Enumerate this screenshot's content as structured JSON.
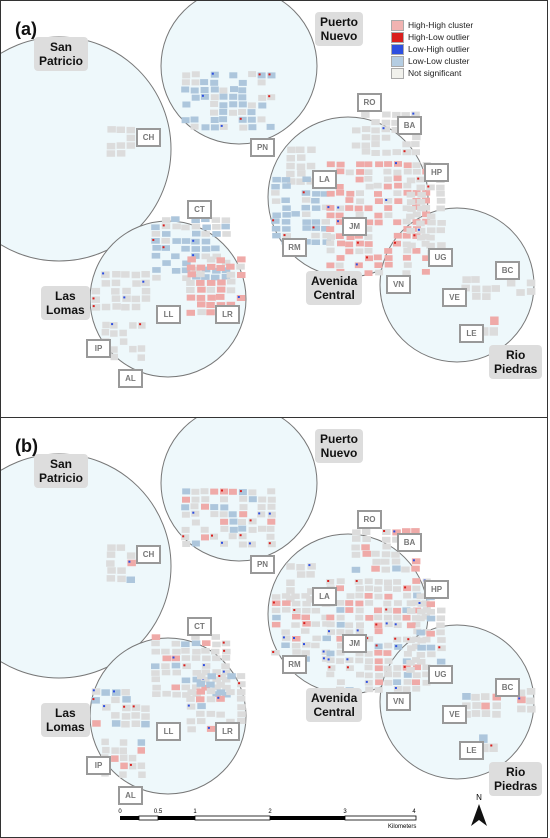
{
  "legend": {
    "items": [
      {
        "label": "High-High cluster",
        "color": "#f1b3b1"
      },
      {
        "label": "High-Low outlier",
        "color": "#d9201e"
      },
      {
        "label": "Low-High outlier",
        "color": "#2d4fe0"
      },
      {
        "label": "Low-Low cluster",
        "color": "#b5cde2"
      },
      {
        "label": "Not significant",
        "color": "#f1f1ec"
      }
    ]
  },
  "colors": {
    "hh": "#efaaa8",
    "hl": "#d9201e",
    "lh": "#2d4fe0",
    "ll": "#adc6dc",
    "ns": "#dcdcdc",
    "circle_fill": "#eef8fb"
  },
  "panels": [
    {
      "label": "(a)",
      "areas": [
        {
          "name": "San\nPatricio"
        },
        {
          "name": "Puerto\nNuevo"
        },
        {
          "name": "Las\nLomas"
        },
        {
          "name": "Avenida\nCentral"
        },
        {
          "name": "Rio\nPiedras"
        }
      ],
      "codes": [
        "CH",
        "PN",
        "RO",
        "BA",
        "HP",
        "LA",
        "JM",
        "UG",
        "RM",
        "VN",
        "BC",
        "VE",
        "LE",
        "CT",
        "LL",
        "LR",
        "IP",
        "AL"
      ]
    },
    {
      "label": "(b)",
      "areas": [
        {
          "name": "San\nPatricio"
        },
        {
          "name": "Puerto\nNuevo"
        },
        {
          "name": "Las\nLomas"
        },
        {
          "name": "Avenida\nCentral"
        },
        {
          "name": "Rio\nPiedras"
        }
      ],
      "codes": [
        "CH",
        "PN",
        "RO",
        "BA",
        "HP",
        "LA",
        "JM",
        "UG",
        "RM",
        "VN",
        "BC",
        "VE",
        "LE",
        "CT",
        "LL",
        "LR",
        "IP",
        "AL"
      ]
    }
  ],
  "scale": {
    "ticks": [
      "0",
      "0.5",
      "1",
      "2",
      "3",
      "4"
    ],
    "unit": "Kilometers"
  },
  "north": "N"
}
